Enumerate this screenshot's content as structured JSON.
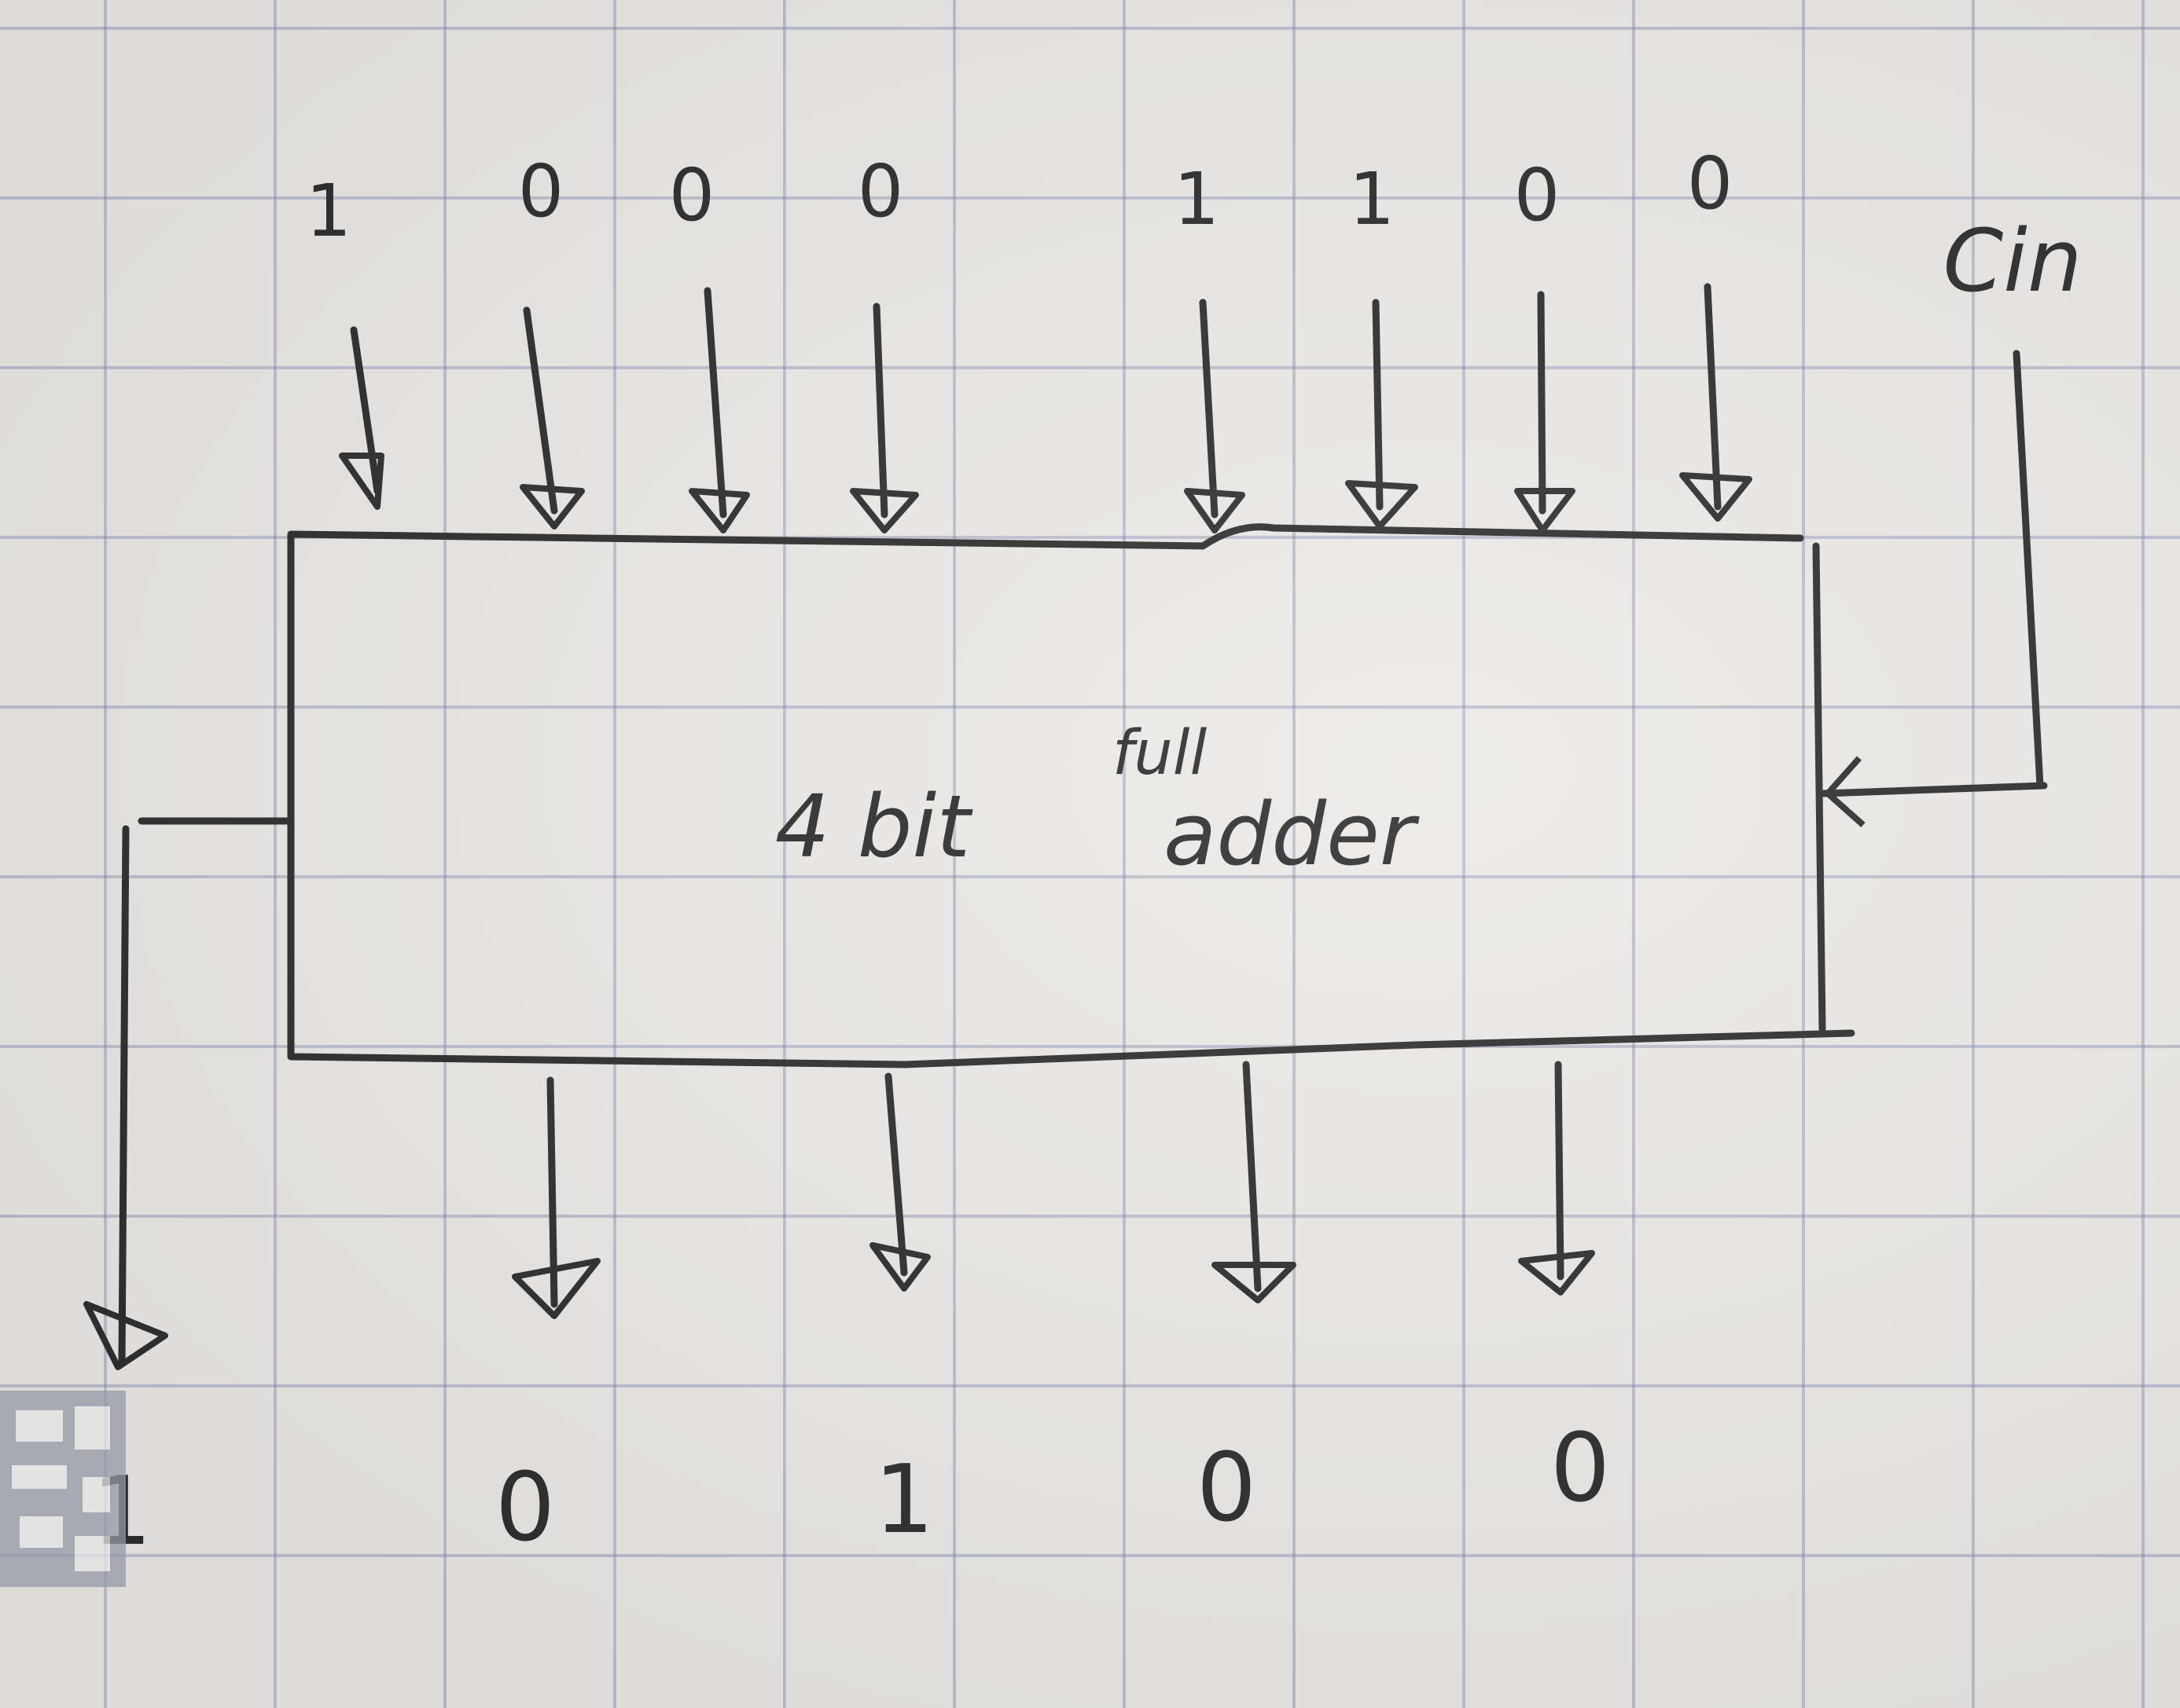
{
  "inputs": {
    "a_bits": [
      "1",
      "0",
      "0",
      "0"
    ],
    "b_bits": [
      "1",
      "1",
      "0",
      "0"
    ],
    "carry_in_label": "Cin"
  },
  "block": {
    "label_main": "4 bit",
    "label_top": "full",
    "label_bottom": "adder"
  },
  "outputs": {
    "carry_out": "1",
    "sum_bits": [
      "0",
      "1",
      "0",
      "0"
    ]
  }
}
